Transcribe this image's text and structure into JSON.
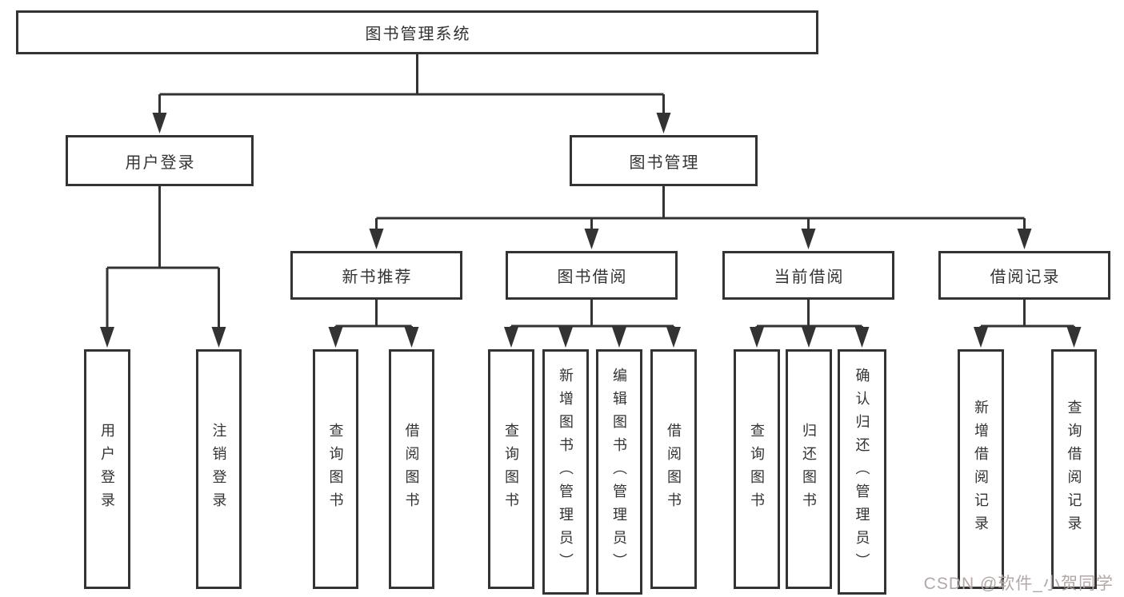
{
  "diagram_title": "图书管理系统",
  "colors": {
    "line": "#333333",
    "box_border": "#333333",
    "text": "#333333",
    "background": "#ffffff",
    "watermark": "#b3a7a7"
  },
  "nodes": {
    "root": {
      "label": "图书管理系统"
    },
    "user_login": {
      "label": "用户登录"
    },
    "book_management": {
      "label": "图书管理"
    },
    "new_book_recommend": {
      "label": "新书推荐"
    },
    "book_borrow": {
      "label": "图书借阅"
    },
    "current_borrow": {
      "label": "当前借阅"
    },
    "borrow_record": {
      "label": "借阅记录"
    },
    "v_user_login": {
      "label": "用户登录"
    },
    "v_logout": {
      "label": "注销登录"
    },
    "v_query_book_1": {
      "label": "查询图书"
    },
    "v_borrow_book_1": {
      "label": "借阅图书"
    },
    "v_query_book_2": {
      "label": "查询图书"
    },
    "v_add_book": {
      "label": "新增图书（管理员）"
    },
    "v_edit_book": {
      "label": "编辑图书（管理员）"
    },
    "v_borrow_book_2": {
      "label": "借阅图书"
    },
    "v_query_book_3": {
      "label": "查询图书"
    },
    "v_return_book": {
      "label": "归还图书"
    },
    "v_confirm_return": {
      "label": "确认归还（管理员）"
    },
    "v_add_borrow_record": {
      "label": "新增借阅记录"
    },
    "v_query_borrow_record": {
      "label": "查询借阅记录"
    }
  },
  "hierarchy": {
    "图书管理系统": {
      "用户登录": [
        "用户登录",
        "注销登录"
      ],
      "图书管理": {
        "新书推荐": [
          "查询图书",
          "借阅图书"
        ],
        "图书借阅": [
          "查询图书",
          "新增图书（管理员）",
          "编辑图书（管理员）",
          "借阅图书"
        ],
        "当前借阅": [
          "查询图书",
          "归还图书",
          "确认归还（管理员）"
        ],
        "借阅记录": [
          "新增借阅记录",
          "查询借阅记录"
        ]
      }
    }
  },
  "watermark": {
    "text": "CSDN @软件_小贺同学"
  }
}
